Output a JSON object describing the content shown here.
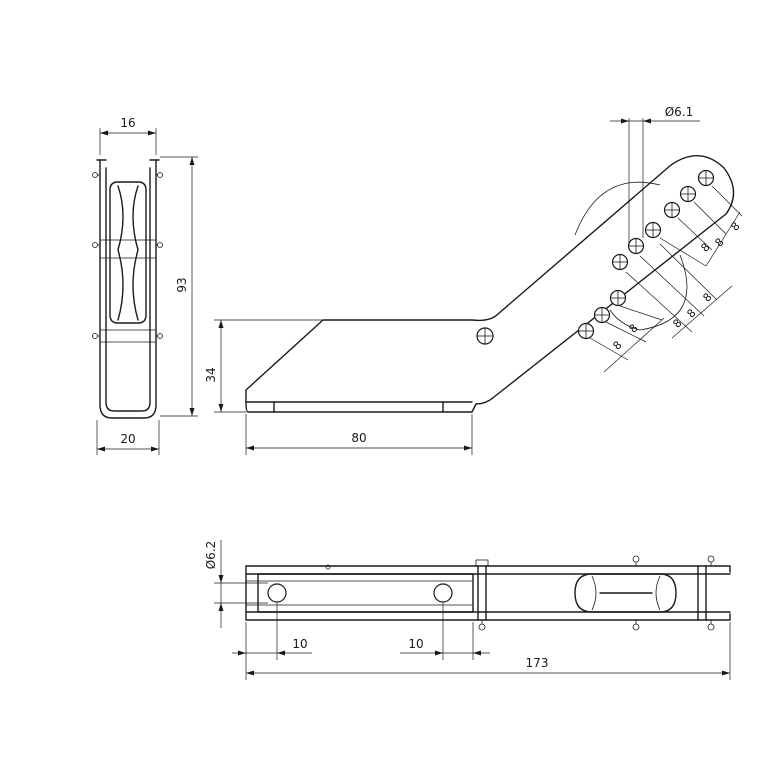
{
  "dimensions": {
    "width_16": "16",
    "height_93": "93",
    "width_20": "20",
    "height_34": "34",
    "length_80": "80",
    "hole_dia_61": "Ø6.1",
    "pitch_labels": [
      "8",
      "8",
      "8",
      "8",
      "8",
      "8",
      "8",
      "8"
    ],
    "hole_dia_62": "Ø6.2",
    "offset_10_a": "10",
    "offset_10_b": "10",
    "length_173": "173"
  }
}
